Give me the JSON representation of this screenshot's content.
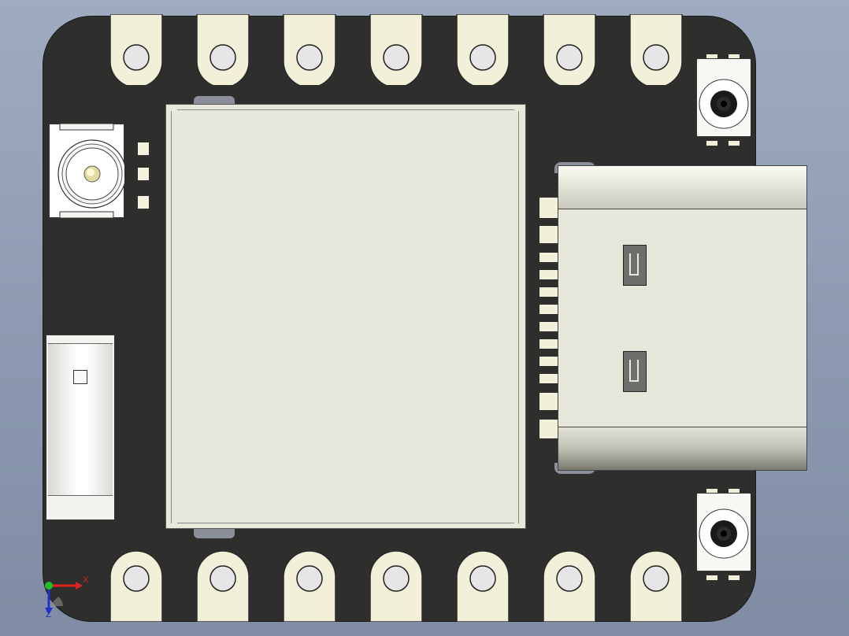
{
  "viewport": {
    "background_top": "#9fabc0",
    "background_bottom": "#7f8ca3"
  },
  "board": {
    "pcb_color": "#2e2e2c",
    "pad_color": "#f2f0d8",
    "pads_top_count": 7,
    "pads_bottom_count": 7
  },
  "shield_can": {
    "color": "#e8e8dd"
  },
  "usb_connector": {
    "color": "#e6e6da",
    "pin_count": 12
  },
  "axis_triad": {
    "x_label": "X",
    "z_label": "Z",
    "x_color": "#e02020",
    "y_color": "#20c020",
    "z_color": "#2030d0"
  }
}
